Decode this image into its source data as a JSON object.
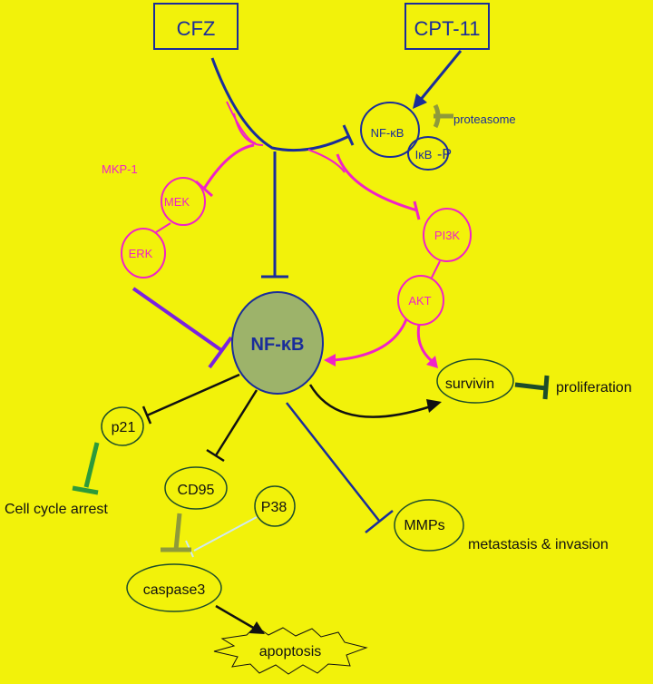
{
  "drugs": {
    "cfz": "CFZ",
    "cpt11": "CPT-11"
  },
  "complex": {
    "nfkb": "NF-κB",
    "ikb": "IκB",
    "p": "-P",
    "proteasome": "proteasome"
  },
  "mapk": {
    "mkp1": "MKP-1",
    "mek": "MEK",
    "erk": "ERK"
  },
  "pi3k_path": {
    "pi3k": "PI3K",
    "akt": "AKT"
  },
  "center": {
    "nfkb": "NF-κB"
  },
  "targets": {
    "survivin": "survivin",
    "proliferation": "proliferation",
    "p21": "p21",
    "cell_cycle_arrest": "Cell cycle arrest",
    "cd95": "CD95",
    "p38": "P38",
    "caspase3": "caspase3",
    "apoptosis": "apoptosis",
    "mmps": "MMPs",
    "metastasis": "metastasis & invasion"
  },
  "colors": {
    "background": "#f2f20a",
    "blue": "#1a2d9a",
    "magenta": "#f022c8",
    "purple": "#7a22e0",
    "black": "#111111",
    "green": "#2e9a3a",
    "dark_green": "#1d4d2a",
    "olive": "#8f9a3a",
    "light_blue": "#cfe8f0",
    "center_fill": "#9db36a"
  }
}
